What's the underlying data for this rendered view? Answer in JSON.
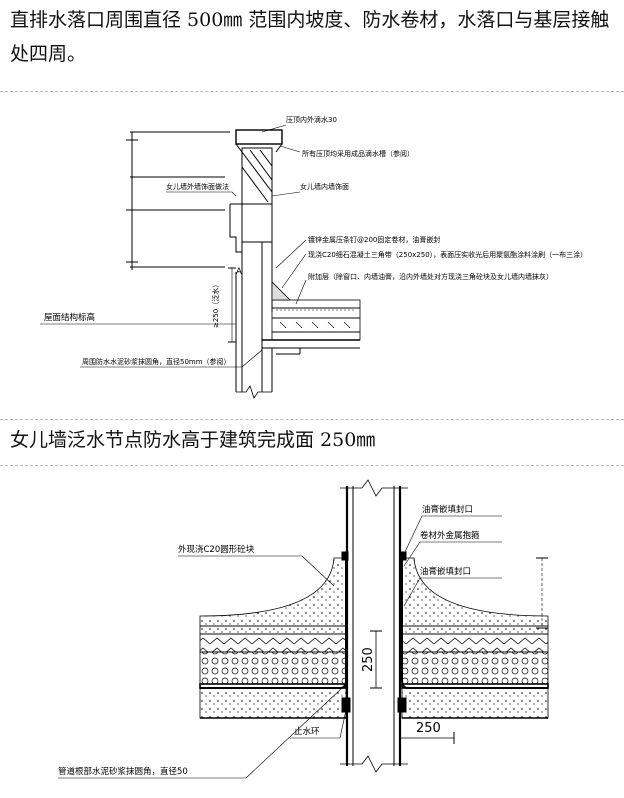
{
  "section1": {
    "caption": "直排水落口周围直径 500㎜ 范围内坡度、防水卷材，水落口与基层接触处四周。",
    "drawing": {
      "labels": {
        "coping_drip": "压顶内外滴水30",
        "coping_waterproof": "所有压顶均采用成品滴水槽（参阅）",
        "parapet_outer_finish": "女儿墙外墙饰面做法",
        "parapet_inner_finish": "女儿墙内墙饰面",
        "metal_batten": "镀锌金属压条钉@200固定卷材，油膏嵌封",
        "concrete_cant": "现浇C20细石混凝土三角带（250x250），表面压实收光后用聚氨酯涂料涂刷（一布三涂）",
        "additional_layer": "附加层（除窗口、内墙油膏，沿内外墙处对方现浇三角砼块及女儿墙内墙抹灰）",
        "roof_structure_elev": "屋面结构标高",
        "pipe_fillet": "周围防水水泥砂浆抹圆角，直径50mm（参阅）",
        "height_dim": "≥250（泛水）",
        "fig_label": "A"
      }
    }
  },
  "section2": {
    "caption": "女儿墙泛水节点防水高于建筑完成面 250㎜",
    "drawing": {
      "labels": {
        "sealant_top": "油膏嵌填封口",
        "metal_hoop": "卷材外金属抱箍",
        "sealant_second": "油膏嵌填封口",
        "cant_block": "外现浇C20圆形砼块",
        "water_stop_ring": "止水环",
        "pipe_root_fillet": "管道根部水泥砂浆抹圆角，直径50",
        "dim_vertical": "250",
        "dim_horizontal": "250"
      }
    }
  }
}
